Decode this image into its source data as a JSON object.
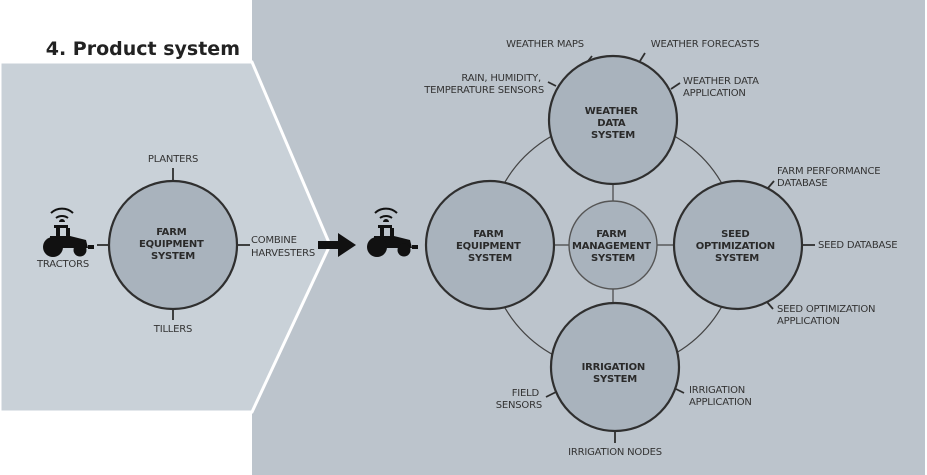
{
  "title": "4. Product system",
  "colors": {
    "left_panel": "#c9d1d8",
    "right_panel": "#bcc4cc",
    "circle_fill": "#a9b3bd",
    "stroke": "#2f2f2f"
  },
  "left": {
    "circle": [
      "FARM",
      "EQUIPMENT",
      "SYSTEM"
    ],
    "top": "PLANTERS",
    "bottom": "TILLERS",
    "left": "TRACTORS",
    "right": [
      "COMBINE",
      "HARVESTERS"
    ]
  },
  "right": {
    "weather": {
      "circle": [
        "WEATHER",
        "DATA",
        "SYSTEM"
      ],
      "maps": "WEATHER MAPS",
      "forecasts": "WEATHER FORECASTS",
      "sensors": [
        "RAIN, HUMIDITY,",
        "TEMPERATURE SENSORS"
      ],
      "application": [
        "WEATHER DATA",
        "APPLICATION"
      ]
    },
    "equipment": {
      "circle": [
        "FARM",
        "EQUIPMENT",
        "SYSTEM"
      ]
    },
    "management": {
      "circle": [
        "FARM",
        "MANAGEMENT",
        "SYSTEM"
      ]
    },
    "seed": {
      "circle": [
        "SEED",
        "OPTIMIZATION",
        "SYSTEM"
      ],
      "performance": [
        "FARM PERFORMANCE",
        "DATABASE"
      ],
      "database": "SEED DATABASE",
      "application": [
        "SEED OPTIMIZATION",
        "APPLICATION"
      ]
    },
    "irrigation": {
      "circle": [
        "IRRIGATION",
        "SYSTEM"
      ],
      "sensors": [
        "FIELD",
        "SENSORS"
      ],
      "application": [
        "IRRIGATION",
        "APPLICATION"
      ],
      "nodes": "IRRIGATION NODES"
    }
  }
}
